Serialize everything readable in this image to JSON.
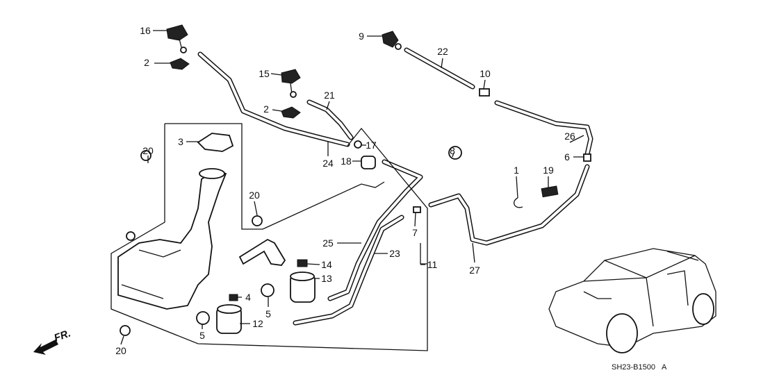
{
  "diagram": {
    "callouts": [
      "16",
      "2",
      "15",
      "21",
      "2",
      "3",
      "20",
      "17",
      "24",
      "18",
      "9",
      "22",
      "10",
      "8",
      "1",
      "19",
      "26",
      "6",
      "20",
      "7",
      "25",
      "23",
      "14",
      "11",
      "13",
      "4",
      "5",
      "12",
      "5",
      "20",
      "27"
    ],
    "direction_label": "FR.",
    "diagram_code": "SH23-B1500",
    "revision": "A"
  }
}
